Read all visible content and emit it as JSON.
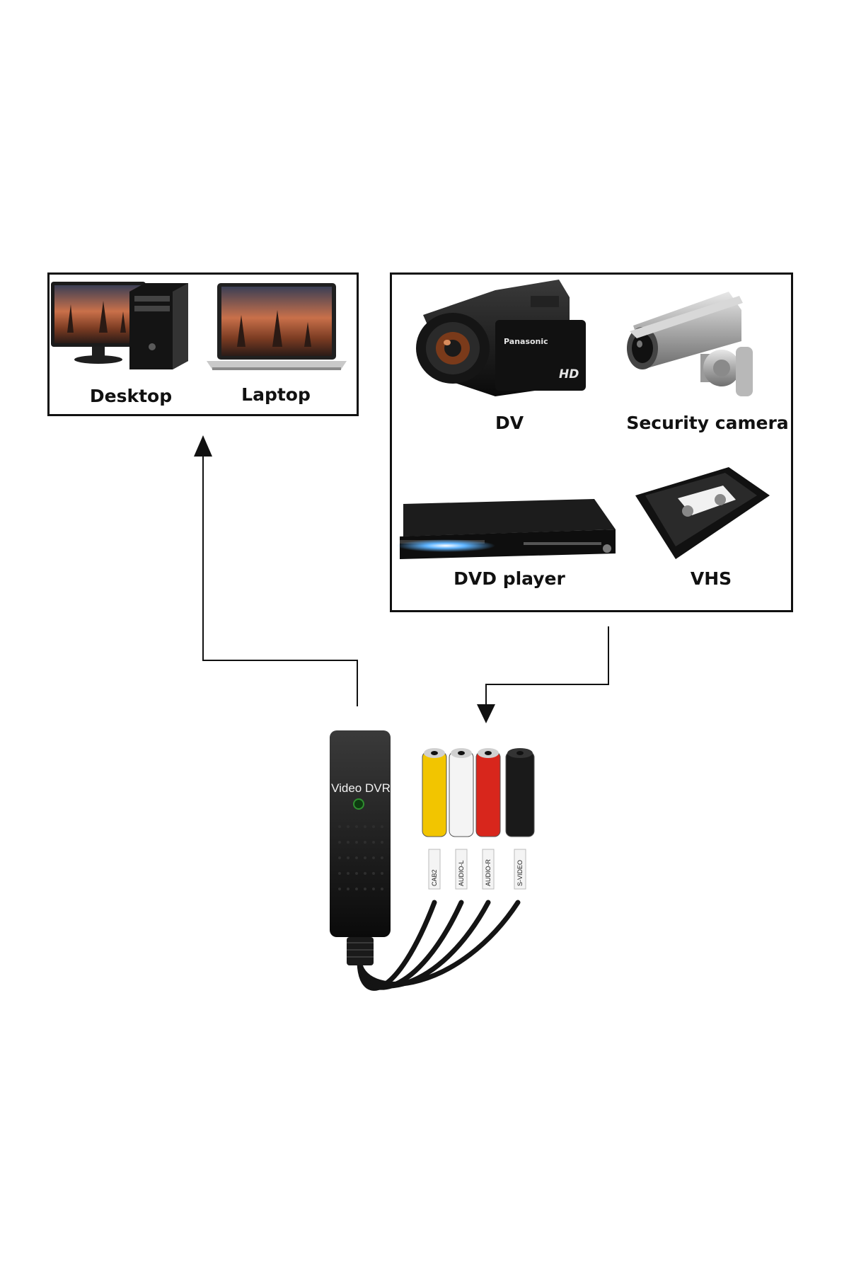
{
  "computer_targets": {
    "desktop_label": "Desktop",
    "laptop_label": "Laptop"
  },
  "video_sources": {
    "dv_label": "DV",
    "security_camera_label": "Security camera",
    "dvd_player_label": "DVD player",
    "vhs_label": "VHS"
  },
  "device": {
    "label": "Video DVR",
    "connectors": [
      {
        "tag": "CAB2",
        "color": "#f2c500"
      },
      {
        "tag": "AUDIO-L",
        "color": "#f4f4f4"
      },
      {
        "tag": "AUDIO-R",
        "color": "#d8261c"
      },
      {
        "tag": "S-VIDEO",
        "color": "#1a1a1a"
      }
    ]
  },
  "camera_brand": "Panasonic",
  "camera_badge": "HD"
}
